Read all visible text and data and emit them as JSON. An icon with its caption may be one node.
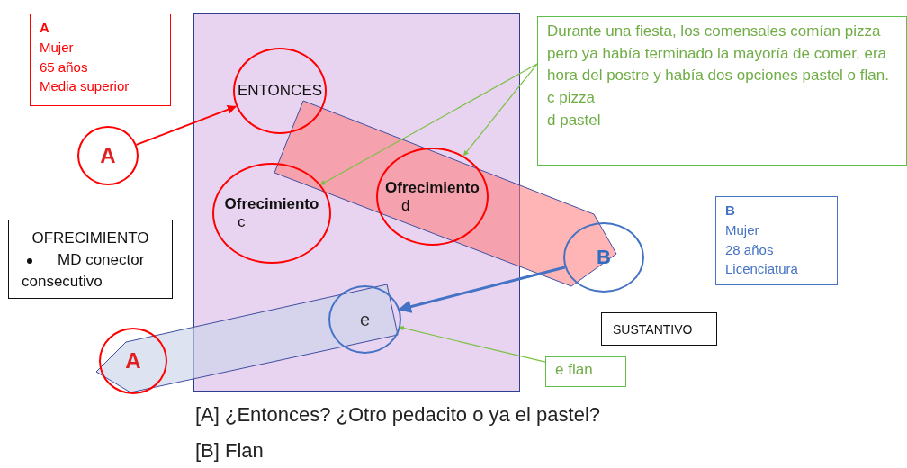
{
  "diagram": {
    "nodes": [
      {
        "text": [
          "A",
          "Mujer",
          "65 años",
          "Media superior"
        ]
      },
      {
        "text": [],
        "shape": "box"
      },
      {
        "text": [
          "ENTONCES"
        ],
        "in": 1
      },
      {
        "text": [
          "Durante una fiesta, los comensales comían pizza pero ya había terminado la mayoría de comer, era hora del postre y había dos opciones pastel o flan.",
          "c pizza",
          "d pastel"
        ]
      },
      {
        "text": [
          "A"
        ]
      },
      {
        "text": [
          "Ofrecimiento",
          "c"
        ],
        "in": 1
      },
      {
        "text": [
          "Ofrecimiento",
          "d"
        ],
        "in": 1
      },
      {
        "text": [
          "B",
          "Mujer",
          "28 años",
          "Licenciatura"
        ]
      },
      {
        "text": [
          "B"
        ]
      },
      {
        "text": [
          "OFRECIMIENTO",
          "MD conector consecutivo"
        ]
      },
      {
        "text": [
          "e"
        ],
        "in": 1
      },
      {
        "text": [
          "SUSTANTIVO"
        ]
      },
      {
        "text": [
          "A"
        ]
      },
      {
        "text": [
          "e flan"
        ]
      }
    ],
    "edges": [
      {
        "from": 4,
        "to": 2,
        "arrow": "to",
        "color": "#ff0000"
      },
      {
        "from": 3,
        "to": 5,
        "arrow": "to"
      },
      {
        "from": 3,
        "to": 6,
        "arrow": "to"
      },
      {
        "from": 8,
        "to": 10,
        "arrow": "to",
        "style": "thick",
        "color": "#4472c4"
      },
      {
        "from": 13,
        "to": 10,
        "arrow": "to"
      }
    ],
    "labels": [
      "[A] ¿Entonces? ¿Otro pedacito o ya el pastel?",
      "[B] Flan"
    ]
  }
}
